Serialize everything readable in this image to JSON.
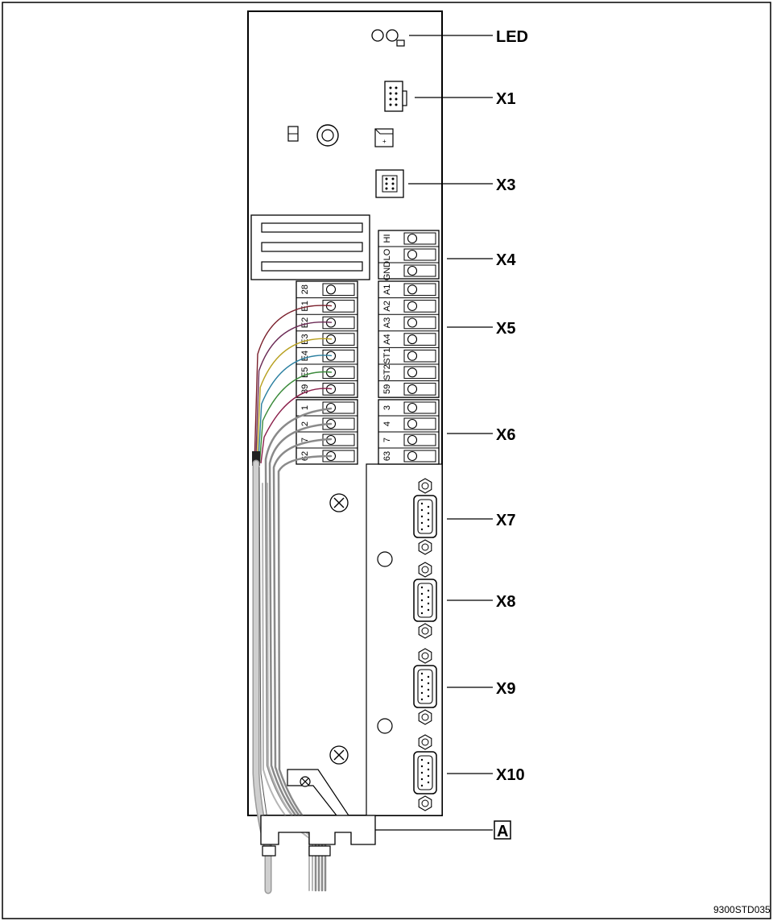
{
  "callouts": {
    "led": "LED",
    "x1": "X1",
    "x3": "X3",
    "x4": "X4",
    "x5": "X5",
    "x6": "X6",
    "x7": "X7",
    "x8": "X8",
    "x9": "X9",
    "x10": "X10",
    "a": "A"
  },
  "drawing_code": "9300STD035",
  "left_block_labels": [
    "28",
    "E1",
    "E2",
    "E3",
    "E4",
    "E5",
    "39"
  ],
  "left_x6_labels": [
    "1",
    "2",
    "7",
    "62"
  ],
  "x4_labels": [
    "HI",
    "LO",
    "GND"
  ],
  "x5_labels": [
    "A1",
    "A2",
    "A3",
    "A4",
    "ST1",
    "ST2",
    "59"
  ],
  "x6_labels": [
    "3",
    "4",
    "7",
    "63"
  ],
  "wire_colors": [
    "#7a1f2b",
    "#6b2a55",
    "#b8a020",
    "#2a7fa0",
    "#3a8a3a",
    "#8a1f4a"
  ]
}
